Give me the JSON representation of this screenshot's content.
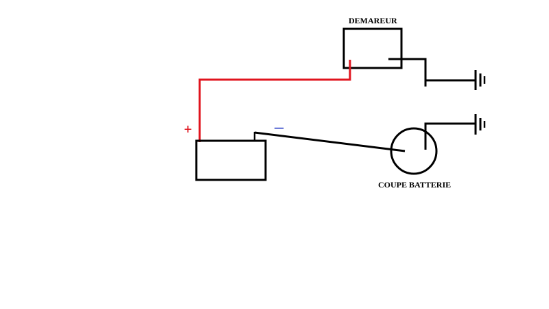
{
  "labels": {
    "starter": "DEMAREUR",
    "battery_switch": "COUPE BATTERIE",
    "positive": "+",
    "negative": "–"
  },
  "colors": {
    "wire_positive": "#e0141e",
    "wire_default": "#000000",
    "sign_positive": "#e0141e",
    "sign_negative": "#2b3fc7"
  },
  "components": [
    "battery",
    "starter",
    "battery-switch",
    "ground-starter",
    "ground-switch"
  ]
}
